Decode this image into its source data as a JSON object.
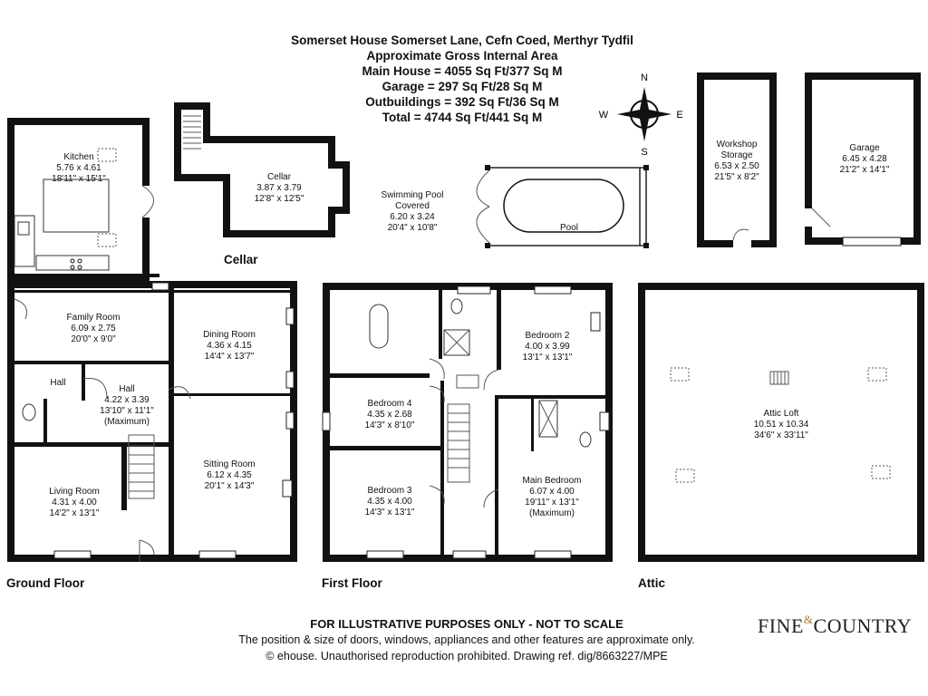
{
  "header": {
    "address": "Somerset House Somerset Lane, Cefn Coed, Merthyr Tydfil",
    "subtitle": "Approximate Gross Internal Area",
    "main_house": "Main House = 4055 Sq Ft/377 Sq M",
    "garage": "Garage = 297 Sq Ft/28 Sq M",
    "outbuildings": "Outbuildings = 392 Sq Ft/36 Sq M",
    "total": "Total = 4744 Sq Ft/441 Sq M"
  },
  "compass": {
    "n": "N",
    "s": "S",
    "e": "E",
    "w": "W"
  },
  "floor_labels": {
    "cellar": "Cellar",
    "ground": "Ground Floor",
    "first": "First Floor",
    "attic": "Attic"
  },
  "rooms": {
    "kitchen": {
      "name": "Kitchen",
      "metric": "5.76 x 4.61",
      "imperial": "18'11\" x 15'1\""
    },
    "cellar": {
      "name": "Cellar",
      "metric": "3.87 x 3.79",
      "imperial": "12'8\" x 12'5\""
    },
    "pool": {
      "name": "Swimming Pool",
      "name2": "Covered",
      "metric": "6.20 x 3.24",
      "imperial": "20'4\" x 10'8\"",
      "inner": "Pool"
    },
    "workshop": {
      "name": "Workshop",
      "name2": "Storage",
      "metric": "6.53 x 2.50",
      "imperial": "21'5\" x 8'2\""
    },
    "garage": {
      "name": "Garage",
      "metric": "6.45 x 4.28",
      "imperial": "21'2\" x 14'1\""
    },
    "family": {
      "name": "Family Room",
      "metric": "6.09 x 2.75",
      "imperial": "20'0\" x 9'0\""
    },
    "dining": {
      "name": "Dining Room",
      "metric": "4.36 x 4.15",
      "imperial": "14'4\" x 13'7\""
    },
    "hall_small": {
      "name": "Hall"
    },
    "hall": {
      "name": "Hall",
      "metric": "4.22 x 3.39",
      "imperial": "13'10\" x 11'1\"",
      "note": "(Maximum)"
    },
    "sitting": {
      "name": "Sitting Room",
      "metric": "6.12 x 4.35",
      "imperial": "20'1\" x 14'3\""
    },
    "living": {
      "name": "Living Room",
      "metric": "4.31 x 4.00",
      "imperial": "14'2\" x 13'1\""
    },
    "bedroom2": {
      "name": "Bedroom 2",
      "metric": "4.00 x 3.99",
      "imperial": "13'1\" x 13'1\""
    },
    "bedroom4": {
      "name": "Bedroom 4",
      "metric": "4.35 x 2.68",
      "imperial": "14'3\" x 8'10\""
    },
    "bedroom3": {
      "name": "Bedroom 3",
      "metric": "4.35 x 4.00",
      "imperial": "14'3\" x 13'1\""
    },
    "main_bedroom": {
      "name": "Main Bedroom",
      "metric": "6.07 x 4.00",
      "imperial": "19'11\" x 13'1\"",
      "note": "(Maximum)"
    },
    "attic_loft": {
      "name": "Attic Loft",
      "metric": "10.51 x 10.34",
      "imperial": "34'6\" x 33'11\""
    }
  },
  "footer": {
    "disclaimer": "FOR ILLUSTRATIVE PURPOSES ONLY - NOT TO SCALE",
    "note": "The position & size of doors, windows, appliances and other features are approximate only.",
    "copyright": "© ehouse. Unauthorised reproduction prohibited. Drawing ref. dig/8663227/MPE"
  },
  "brand": {
    "word1": "FINE",
    "amp": "&",
    "word2": "COUNTRY"
  }
}
